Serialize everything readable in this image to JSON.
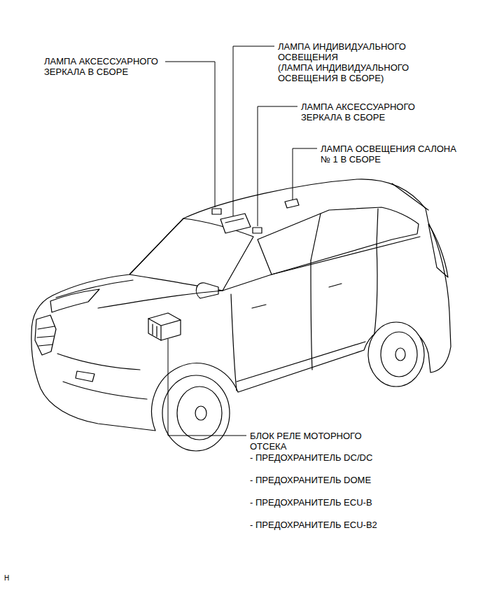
{
  "diagram": {
    "labels": [
      "ЛАМПА АКСЕССУАРНОГО ЗЕРКАЛА В СБОРЕ",
      "ЛАМПА ИНДИВИДУАЛЬНОГО ОСВЕЩЕНИЯ (ЛАМПА ИНДИВИДУАЛЬНОГО ОСВЕЩЕНИЯ В СБОРЕ)",
      "ЛАМПА АКСЕССУАРНОГО ЗЕРКАЛА В СБОРЕ",
      "ЛАМПА ОСВЕЩЕНИЯ САЛОНА № 1 В СБОРЕ",
      "БЛОК РЕЛЕ МОТОРНОГО ОТСЕКА",
      "- ПРЕДОХРАНИТЕЛЬ DC/DC",
      "- ПРЕДОХРАНИТЕЛЬ DOME",
      "- ПРЕДОХРАНИТЕЛЬ ECU-B",
      "- ПРЕДОХРАНИТЕЛЬ ECU-B2",
      "H"
    ]
  }
}
